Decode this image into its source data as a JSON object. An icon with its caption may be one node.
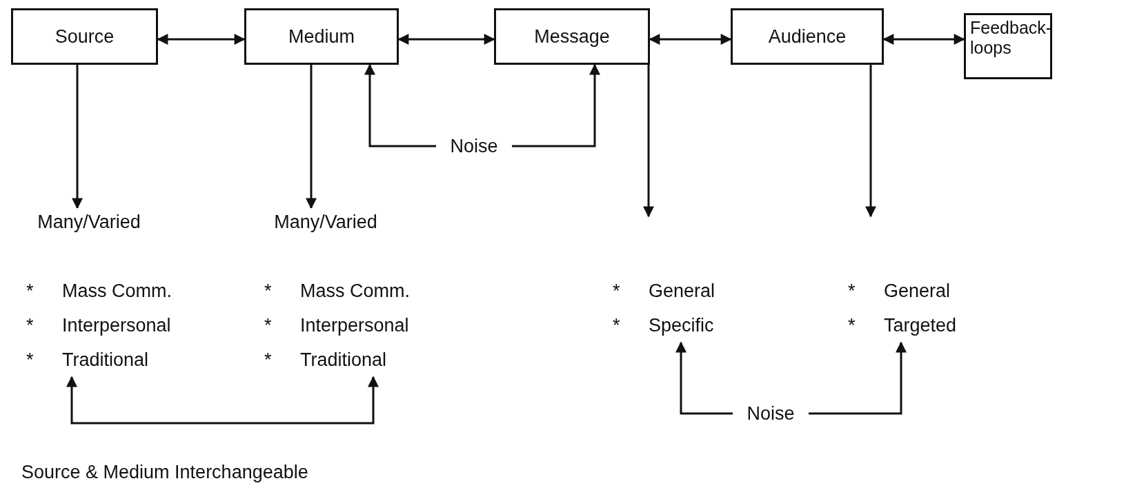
{
  "diagram": {
    "nodes": [
      {
        "text": [
          "Source"
        ]
      },
      {
        "text": [
          "Medium"
        ]
      },
      {
        "text": [
          "Message"
        ]
      },
      {
        "text": [
          "Audience"
        ]
      },
      {
        "text": [
          "Feedback-loops"
        ]
      },
      {
        "text": [
          "Noise"
        ]
      },
      {
        "text": [
          "Many/Varied"
        ]
      },
      {
        "text": [
          "Many/Varied"
        ]
      },
      {
        "text": [
          "*",
          "Mass Comm.",
          "*",
          "Interpersonal",
          "*",
          "Traditional"
        ]
      },
      {
        "text": [
          "*",
          "Mass Comm.",
          "*",
          "Interpersonal",
          "*",
          "Traditional"
        ]
      },
      {
        "text": [
          "*",
          "General",
          "*",
          "Specific"
        ]
      },
      {
        "text": [
          "*",
          "General",
          "*",
          "Targeted"
        ]
      },
      {
        "text": [
          "Noise"
        ]
      }
    ],
    "edges": [
      {
        "from": 0,
        "to": 1,
        "arrow": "both"
      },
      {
        "from": 1,
        "to": 2,
        "arrow": "both"
      },
      {
        "from": 2,
        "to": 3,
        "arrow": "both"
      },
      {
        "from": 3,
        "to": 4,
        "arrow": "both"
      },
      {
        "from": 5,
        "to": 1,
        "arrow": "to"
      },
      {
        "from": 5,
        "to": 2,
        "arrow": "to"
      },
      {
        "from": 0,
        "to": 6,
        "arrow": "to"
      },
      {
        "from": 1,
        "to": 7,
        "arrow": "to"
      },
      {
        "from": 2,
        "to": 10,
        "arrow": "to"
      },
      {
        "from": 3,
        "to": 11,
        "arrow": "to"
      },
      {
        "from": 8,
        "to": 9,
        "arrow": "both"
      },
      {
        "from": 12,
        "to": 10,
        "arrow": "to"
      },
      {
        "from": 12,
        "to": 11,
        "arrow": "to"
      }
    ],
    "labels": [
      "Source & Medium Interchangeable"
    ]
  }
}
